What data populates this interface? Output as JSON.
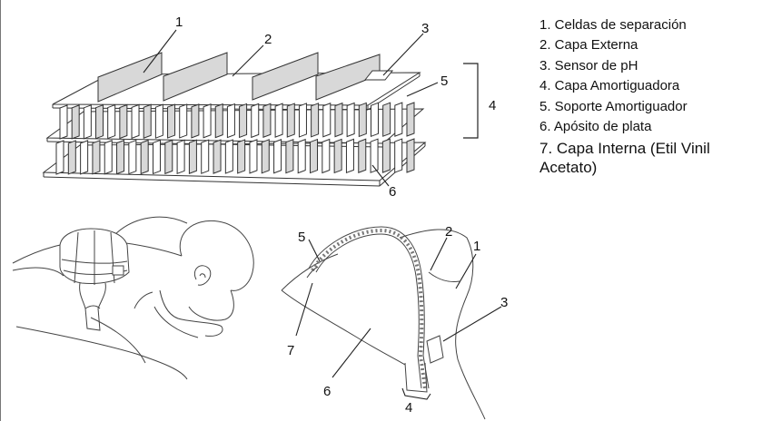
{
  "legend": {
    "items": [
      "1. Celdas de separación",
      "2. Capa Externa",
      "3. Sensor de pH",
      "4. Capa Amortiguadora",
      "5. Soporte Amortiguador",
      "6. Apósito de plata",
      "7. Capa Interna (Etil Vinil Acetato)"
    ]
  },
  "top_callouts": [
    "1",
    "2",
    "3",
    "4",
    "5",
    "6"
  ],
  "bottom_callouts": [
    "5",
    "7",
    "6",
    "2",
    "1",
    "3",
    "4"
  ],
  "colors": {
    "line": "#333333",
    "wall": "#d8d8d8",
    "paper": "#ffffff"
  }
}
